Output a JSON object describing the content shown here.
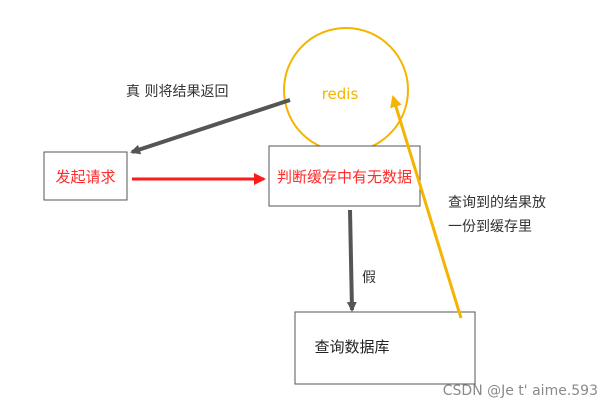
{
  "nodes": {
    "redis": {
      "label": "redis",
      "color": "#f5b400"
    },
    "request": {
      "label": "发起请求",
      "color": "#ff2a2a"
    },
    "check": {
      "label": "判断缓存中有无数据",
      "color": "#ff2a2a"
    },
    "db": {
      "label": "查询数据库"
    }
  },
  "edges": {
    "true_return": {
      "label": "真 则将结果返回"
    },
    "false_path": {
      "label": "假"
    },
    "store_cache": {
      "label_line1": "查询到的结果放",
      "label_line2": "一份到缓存里"
    }
  },
  "watermark": "CSDN @Je t' aime.593",
  "colors": {
    "dark_arrow": "#555555",
    "red_arrow": "#ff1a1a",
    "yellow": "#f5b400",
    "box_border": "#555555"
  }
}
